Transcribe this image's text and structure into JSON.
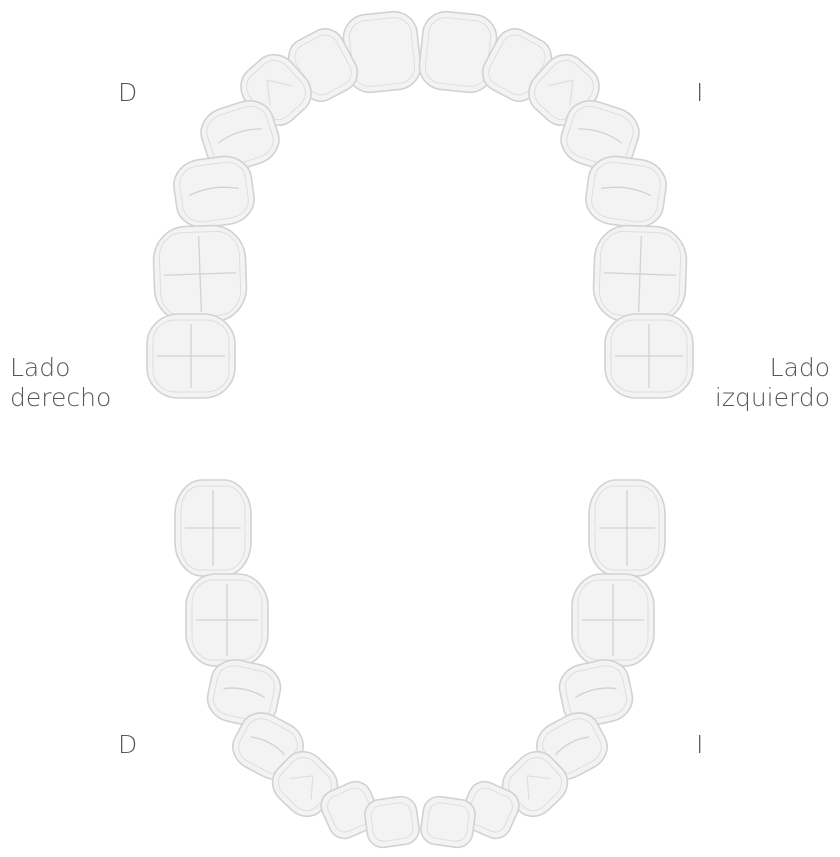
{
  "labels": {
    "upper_right_marker": "D",
    "upper_left_marker": "I",
    "lower_right_marker": "D",
    "lower_left_marker": "I",
    "right_side_line1": "Lado",
    "right_side_line2": "derecho",
    "left_side_line1": "Lado",
    "left_side_line2": "izquierdo"
  },
  "colors": {
    "tooth_fill": "#f3f3f3",
    "tooth_stroke": "#d2d2d2",
    "groove": "#dedede",
    "text": "#555555"
  }
}
